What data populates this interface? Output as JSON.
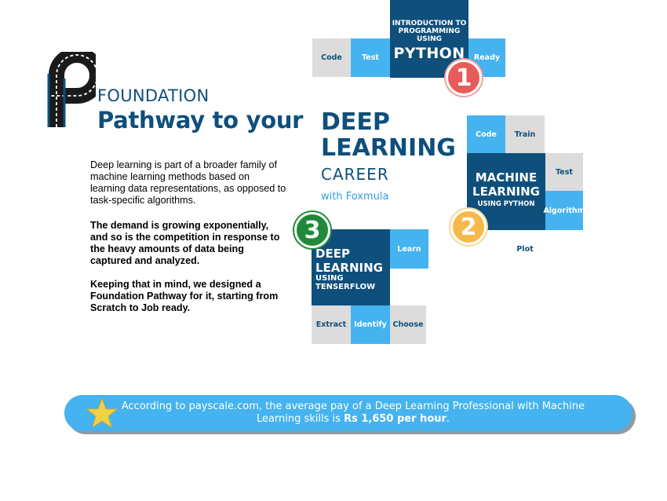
{
  "header": {
    "foundation": "FOUNDATION",
    "pathway": "Pathway to your"
  },
  "body": {
    "p1": "Deep learning is part of a broader family of machine learning methods based on learning data representations, as opposed to task-specific algorithms.",
    "p2": "The demand is growing exponentially, and so is the competition in response to the heavy amounts of data being captured and analyzed.",
    "p3": "Keeping that in mind, we designed a Foundation Pathway for it, starting from Scratch to Job ready."
  },
  "title": {
    "deep": "DEEP",
    "learning": "LEARNING",
    "career": "CAREER",
    "with": "with Foxmula"
  },
  "module1": {
    "number": "1",
    "line1": "INTRODUCTION TO PROGRAMMING USING",
    "line2": "PYTHON",
    "tiles": [
      "Code",
      "Test",
      "Ready"
    ]
  },
  "module2": {
    "number": "2",
    "line1": "MACHINE LEARNING",
    "line2": "USING PYTHON",
    "tiles": [
      "Code",
      "Train",
      "Test",
      "Algorithm",
      "Plot"
    ]
  },
  "module3": {
    "number": "3",
    "line1": "DEEP LEARNING",
    "line2": "USING TENSERFLOW",
    "tiles": [
      "Learn",
      "Extract",
      "Identify",
      "Choose"
    ]
  },
  "banner": {
    "text_part1": "According to payscale.com, the average pay of a Deep Learning Professional with Machine Learning skills is ",
    "text_bold": "Rs 1,650 per hour",
    "text_end": "."
  },
  "colors": {
    "navy": "#0e4f7c",
    "blue": "#44b3ef",
    "grey": "#dcdcdc",
    "red": "#e95a5a",
    "orange": "#f6b94a",
    "green": "#1f8a3a",
    "star": "#f2d14a"
  },
  "icons": {
    "logo": "road-p-logo-icon",
    "banner": "star-icon"
  }
}
